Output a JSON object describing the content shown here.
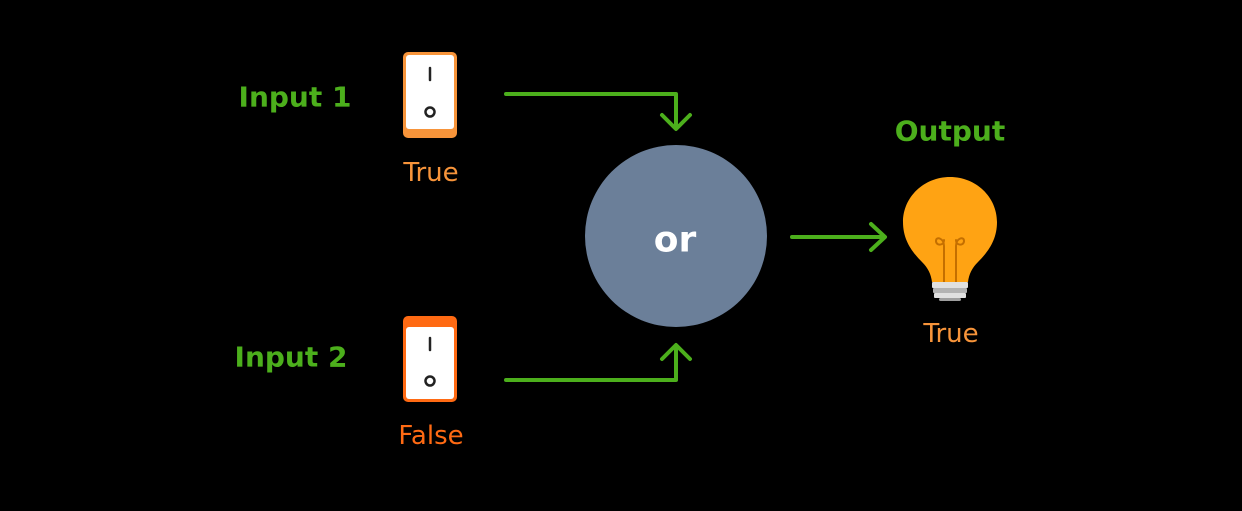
{
  "colors": {
    "background": "#000000",
    "label_green": "#4caf1c",
    "true_orange": "#f7943a",
    "false_orange": "#ff6a13",
    "gate_gray": "#6b7f99",
    "arrow_green": "#4caf1c",
    "bulb_yellow": "#ffa313"
  },
  "inputs": [
    {
      "label": "Input 1",
      "state": "True",
      "icon": "switch-on-icon"
    },
    {
      "label": "Input 2",
      "state": "False",
      "icon": "switch-off-icon"
    }
  ],
  "gate": {
    "label": "or"
  },
  "output": {
    "label": "Output",
    "state": "True",
    "icon": "light-bulb-icon"
  }
}
